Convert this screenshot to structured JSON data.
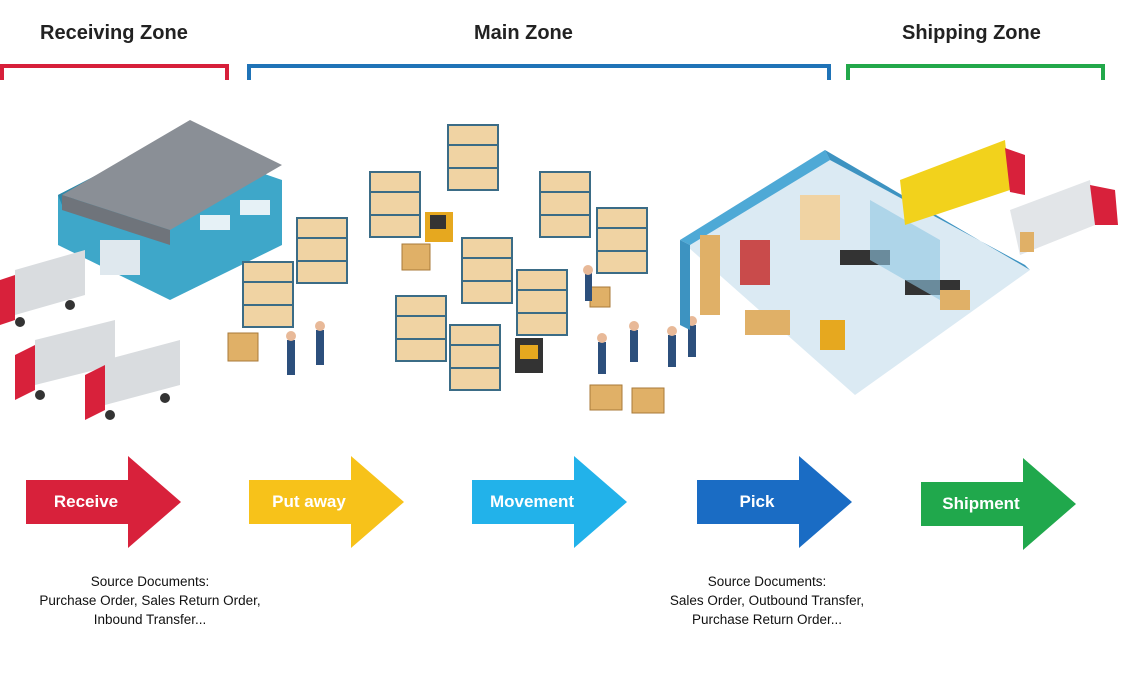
{
  "zones": [
    {
      "title": "Receiving Zone",
      "color": "#d71f3a"
    },
    {
      "title": "Main Zone",
      "color": "#1f73b7"
    },
    {
      "title": "Shipping Zone",
      "color": "#22a84a"
    }
  ],
  "steps": [
    {
      "label": "Receive",
      "color": "#d8213b"
    },
    {
      "label": "Put away",
      "color": "#f7c21a"
    },
    {
      "label": "Movement",
      "color": "#22b2ea"
    },
    {
      "label": "Pick",
      "color": "#1a6cc4"
    },
    {
      "label": "Shipment",
      "color": "#20a84c"
    }
  ],
  "source_documents": [
    {
      "heading": "Source Documents:",
      "line1": "Purchase Order, Sales Return Order,",
      "line2": "Inbound Transfer..."
    },
    {
      "heading": "Source Documents:",
      "line1": "Sales Order, Outbound Transfer,",
      "line2": "Purchase Return Order..."
    }
  ]
}
